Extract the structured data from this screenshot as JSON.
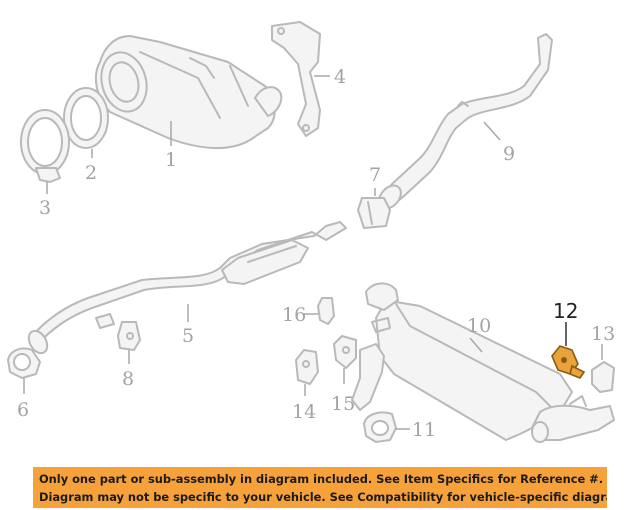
{
  "diagram": {
    "callouts": [
      "1",
      "2",
      "3",
      "4",
      "5",
      "6",
      "7",
      "8",
      "9",
      "10",
      "11",
      "12",
      "13",
      "14",
      "15",
      "16"
    ],
    "highlighted_callout": "12",
    "colors": {
      "part_stroke": "#b9b9b9",
      "callout_text": "#a3a3a3",
      "highlight_part": "#e8a33a",
      "banner_background": "#f6a13a"
    }
  },
  "notice": {
    "line1": "Only one part or sub-assembly in diagram included. See Item Specifics for Reference #.",
    "line2": "Diagram may not be specific to your vehicle. See Compatibility for vehicle-specific diagrams."
  }
}
